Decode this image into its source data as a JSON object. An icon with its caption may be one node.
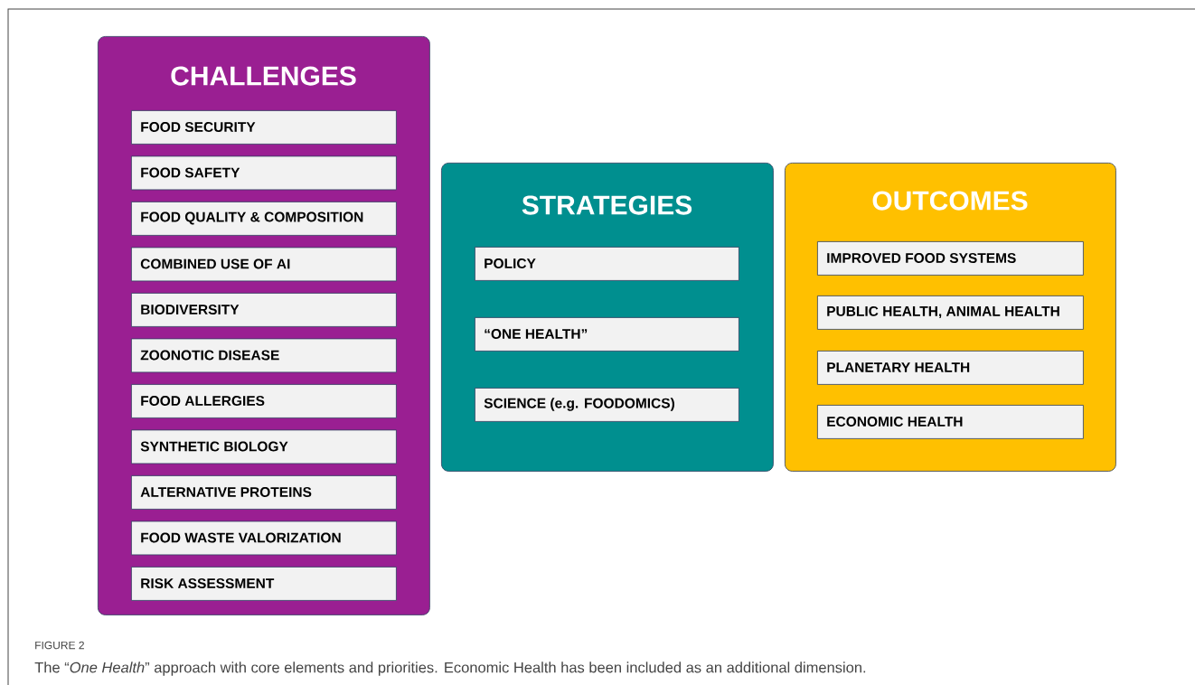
{
  "diagram": {
    "caption": "The “*One Health*” approach with core elements and priorities. Economic Health has been included as an additional dimension.",
    "nodes": [
      {
        "text": [
          "CHALLENGES"
        ]
      },
      {
        "text": [
          "FOOD SECURITY"
        ],
        "in": 0
      },
      {
        "text": [
          "FOOD SAFETY"
        ],
        "in": 0
      },
      {
        "text": [
          "FOOD QUALITY & COMPOSITION"
        ],
        "in": 0
      },
      {
        "text": [
          "COMBINED USE OF AI"
        ],
        "in": 0
      },
      {
        "text": [
          "BIODIVERSITY"
        ],
        "in": 0
      },
      {
        "text": [
          "ZOONOTIC DISEASE"
        ],
        "in": 0
      },
      {
        "text": [
          "FOOD ALLERGIES"
        ],
        "in": 0
      },
      {
        "text": [
          "SYNTHETIC BIOLOGY"
        ],
        "in": 0
      },
      {
        "text": [
          "ALTERNATIVE PROTEINS"
        ],
        "in": 0
      },
      {
        "text": [
          "FOOD WASTE VALORIZATION"
        ],
        "in": 0
      },
      {
        "text": [
          "RISK ASSESSMENT"
        ],
        "in": 0
      },
      {
        "text": [
          "STRATEGIES"
        ]
      },
      {
        "text": [
          "POLICY"
        ],
        "in": 12
      },
      {
        "text": [
          "“ONE HEALTH”"
        ],
        "in": 12
      },
      {
        "text": [
          "SCIENCE (e.g. FOODOMICS)"
        ],
        "in": 12
      },
      {
        "text": [
          "OUTCOMES"
        ]
      },
      {
        "text": [
          "IMPROVED FOOD SYSTEMS"
        ],
        "in": 16
      },
      {
        "text": [
          "PUBLIC HEALTH, ANIMAL HEALTH"
        ],
        "in": 16
      },
      {
        "text": [
          "PLANETARY HEALTH"
        ],
        "in": 16
      },
      {
        "text": [
          "ECONOMIC HEALTH"
        ],
        "in": 16
      }
    ],
    "labels": [
      "FIGURE 2"
    ]
  }
}
